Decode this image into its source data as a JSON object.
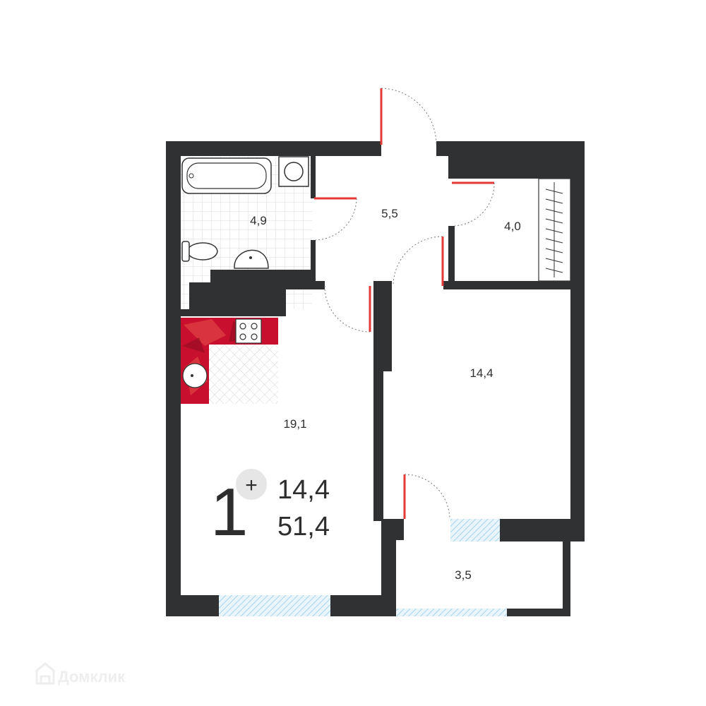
{
  "rooms": {
    "bathroom": "4,9",
    "hall": "5,5",
    "storage": "4,0",
    "kitchen_living": "19,1",
    "bedroom": "14,4",
    "balcony": "3,5"
  },
  "summary": {
    "room_count": "1",
    "plus": "+",
    "living_area": "14,4",
    "total_area": "51,4"
  },
  "watermark": {
    "text": "Домклик"
  },
  "colors": {
    "wall": "#2f3133",
    "door": "#e53935",
    "window": "#8fc7e8",
    "kitchen_accent": "#c8102e",
    "text": "#2e2e2e"
  }
}
